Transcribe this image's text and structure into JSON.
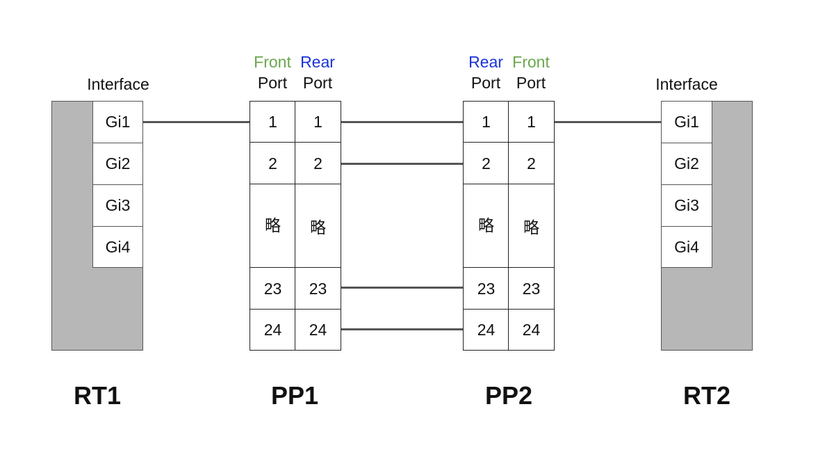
{
  "colors": {
    "front": "#6aa84f",
    "rear": "#1a34d6",
    "line": "#555555",
    "device": "#b7b7b7"
  },
  "rt1": {
    "name": "RT1",
    "header": "Interface",
    "interfaces": [
      "Gi1",
      "Gi2",
      "Gi3",
      "Gi4"
    ]
  },
  "rt2": {
    "name": "RT2",
    "header": "Interface",
    "interfaces": [
      "Gi1",
      "Gi2",
      "Gi3",
      "Gi4"
    ]
  },
  "pp1": {
    "name": "PP1",
    "col1_top": "Front",
    "col2_top": "Rear",
    "col1_bottom": "Port",
    "col2_bottom": "Port",
    "rows": [
      [
        "1",
        "1"
      ],
      [
        "2",
        "2"
      ],
      [
        "略",
        "略"
      ],
      [
        "23",
        "23"
      ],
      [
        "24",
        "24"
      ]
    ]
  },
  "pp2": {
    "name": "PP2",
    "col1_top": "Rear",
    "col2_top": "Front",
    "col1_bottom": "Port",
    "col2_bottom": "Port",
    "rows": [
      [
        "1",
        "1"
      ],
      [
        "2",
        "2"
      ],
      [
        "略",
        "略"
      ],
      [
        "23",
        "23"
      ],
      [
        "24",
        "24"
      ]
    ]
  }
}
